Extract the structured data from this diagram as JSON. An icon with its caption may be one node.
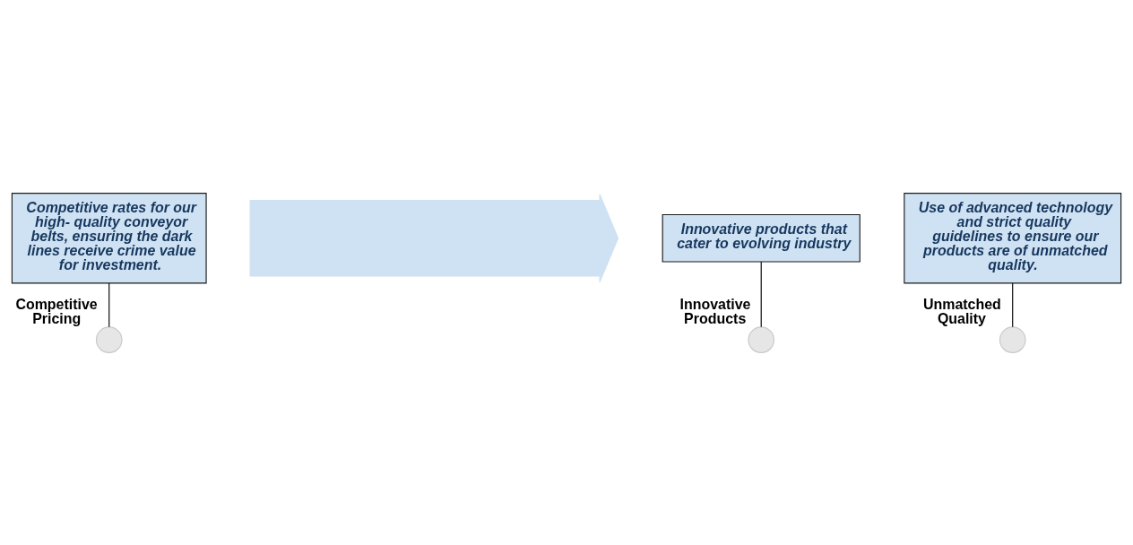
{
  "diagram": {
    "nodes": [
      {
        "text": [
          "Competitive rates for our high- quality conveyor belts, ensuring the dark lines receive crime value for investment."
        ]
      },
      {
        "text": [],
        "shape": "arrow"
      },
      {
        "text": [],
        "shape": "circle",
        "beside": [
          "Innovative Products"
        ]
      },
      {
        "text": [],
        "shape": "circle",
        "beside": [
          "Competitive Pricing"
        ]
      },
      {
        "text": [
          "Innovative products that cater to evolving industry"
        ]
      },
      {
        "text": [
          "Use of advanced technology and strict quality guidelines to ensure our products are of unmatched quality."
        ]
      },
      {
        "text": [],
        "shape": "circle",
        "beside": [
          "Unmatched Quality"
        ]
      }
    ],
    "edges": [
      {
        "from": 0,
        "to": 3,
        "arrow": "none"
      },
      {
        "from": 4,
        "to": 2,
        "arrow": "none"
      },
      {
        "from": 5,
        "to": 6,
        "arrow": "none"
      }
    ]
  }
}
